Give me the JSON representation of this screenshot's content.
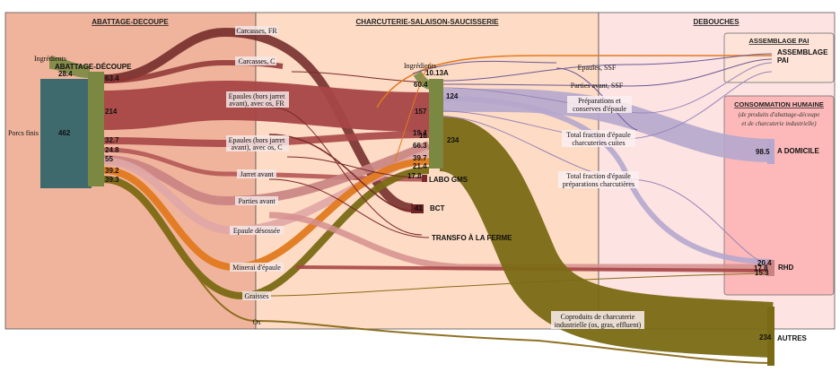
{
  "sections": {
    "abattage": "ABATTAGE-DECOUPE",
    "charcuterie": "CHARCUTERIE-SALAISON-SAUCISSERIE",
    "debouches": "DEBOUCHES",
    "assemblage_box": "ASSEMBLAGE PAI",
    "conso_box": "CONSOMMATION HUMAINE",
    "conso_sub1": "(de produits d'abattage-découpe",
    "conso_sub2": "et de charcuterie industrielle)"
  },
  "nodes": {
    "porcs_finis": "Porcs finis",
    "porcs_val": "462",
    "ingredients1": "Ingrédients",
    "ingredients1_val": "28.4",
    "abattage_node": "ABATTAGE-DÉCOUPE",
    "ingredients2": "Ingrédients",
    "ingredients2_val": "10.13A",
    "labo": "LABO GMS",
    "bct": "BCT",
    "transfo": "TRANSFO À LA FERME",
    "assemblage_pai_1": "ASSEMBLAGE",
    "assemblage_pai_2": "PAI",
    "a_domicile": "A DOMICILE",
    "rhd": "RHD",
    "autres": "AUTRES"
  },
  "mid_labels": {
    "carcasses_fr": "Carcasses, FR",
    "carcasses_c": "Carcasses, C",
    "epaules_fr_1": "Epaules (hors jarret",
    "epaules_fr_2": "avant), avec os, FR",
    "epaules_c_1": "Epaules (hors jarret",
    "epaules_c_2": "avant), avec os, C",
    "jarret": "Jarret avant",
    "parties": "Parties avant",
    "epaule_desossee": "Epaule désossée",
    "minerai": "Minerai d'épaule",
    "graisses": "Graisses",
    "os": "Os",
    "epaules_ssf": "Epaules, SSF",
    "parties_ssf": "Parties avant, SSF",
    "prep_1": "Préparations et",
    "prep_2": "conserves d'épaule",
    "total_cuites_1": "Total fraction d'épaule",
    "total_cuites_2": "charcuteries cuites",
    "total_prep_1": "Total fraction d'épaule",
    "total_prep_2": "préparations charcutières",
    "coproduits_1": "Coproduits de charcuterie",
    "coproduits_2": "industrielle (os, gras, effluent)"
  },
  "values": {
    "abattage_out": [
      "63.4",
      "214",
      "32.7",
      "24.8",
      "55",
      "39.2",
      "39.3"
    ],
    "charc_in": [
      "60.4",
      "157",
      "19.4",
      "16",
      "66.3",
      "39.7",
      "21.4",
      "17.8"
    ],
    "charc_out_124": "124",
    "charc_out_234": "234",
    "bct_val": "41",
    "domicile_val": "98.5",
    "rhd_vals": [
      "20.4",
      "17.8",
      "15.3"
    ],
    "autres_val": "234"
  },
  "colors": {
    "abattage_bg": "#f0b49c",
    "charcuterie_bg": "#fddbc4",
    "debouches_bg": "#fde3e2",
    "pink_box": "#fdb9b9",
    "porc_node": "#3e6a6e",
    "olive_node": "#7b8842",
    "dark_red": "#7a2a2a",
    "red": "#a74646",
    "light_red": "#c98383",
    "pink": "#e0a6a6",
    "orange": "#e07a1f",
    "olive": "#7a6a14",
    "lavender": "#b5a7cd",
    "purple_line": "#6e5a96"
  }
}
